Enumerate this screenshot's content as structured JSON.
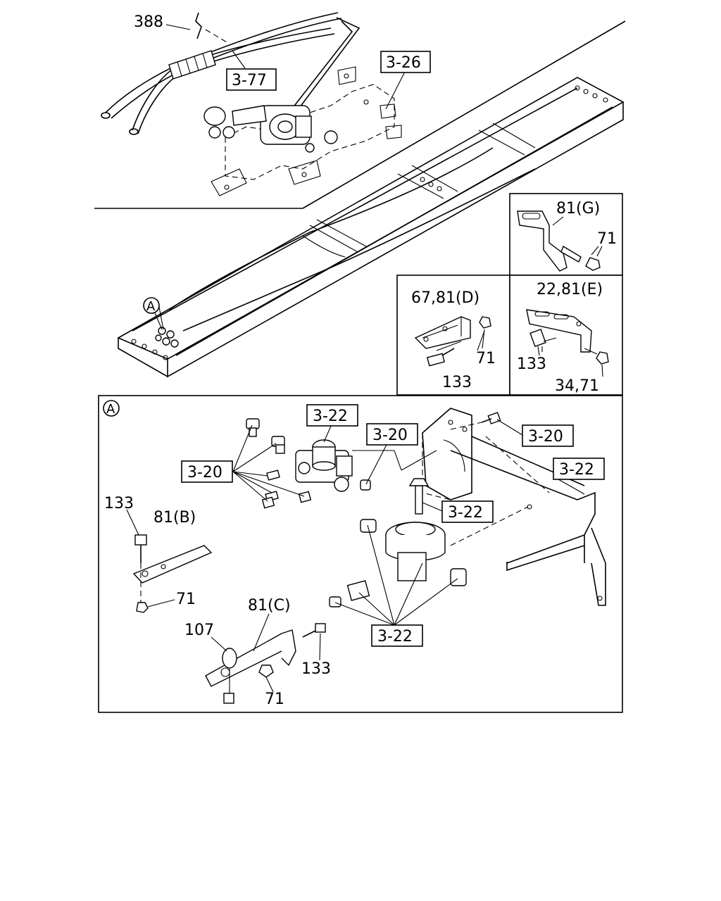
{
  "callouts": {
    "c388": "388",
    "c3_77": "3-77",
    "c3_26": "3-26",
    "c81g": "81(G)",
    "c71_g": "71",
    "c67_81d": "67,81(D)",
    "c71_d": "71",
    "c133_d": "133",
    "c22_81e": "22,81(E)",
    "c133_e": "133",
    "c34_71": "34,71",
    "cA_top": "A",
    "cA_detail": "A",
    "c3_22_a": "3-22",
    "c3_20_a": "3-20",
    "c3_20_b": "3-20",
    "c3_20_c": "3-20",
    "c3_22_b": "3-22",
    "c3_22_c": "3-22",
    "c133_b": "133",
    "c81b": "81(B)",
    "c71_b": "71",
    "c81c": "81(C)",
    "c107": "107",
    "c133_c": "133",
    "c71_c": "71",
    "c3_22_d": "3-22"
  }
}
